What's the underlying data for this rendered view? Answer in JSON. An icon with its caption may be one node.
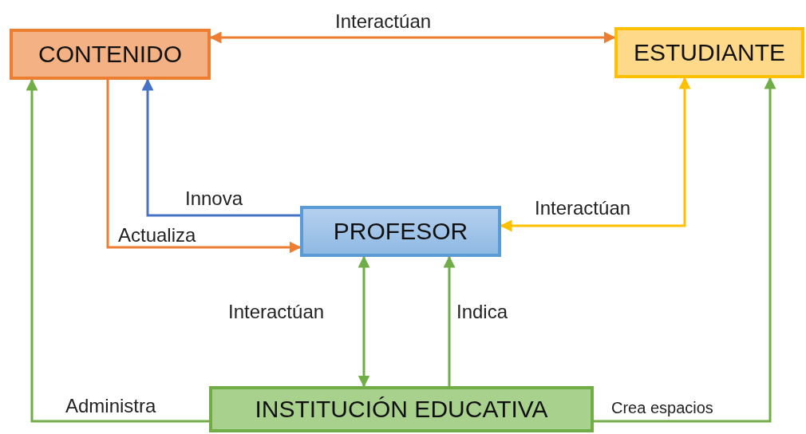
{
  "diagram": {
    "nodes": [
      {
        "text": [
          "CONTENIDO"
        ]
      },
      {
        "text": [
          "ESTUDIANTE"
        ]
      },
      {
        "text": [
          "PROFESOR"
        ]
      },
      {
        "text": [
          "INSTITUCIÓN EDUCATIVA"
        ]
      }
    ],
    "edges": [
      {
        "from": 0,
        "to": 1,
        "arrow": "both",
        "label": "Interactúan",
        "color": "#ed7d31"
      },
      {
        "from": 2,
        "to": 0,
        "arrow": "to",
        "label": "Innova",
        "color": "#4472c4"
      },
      {
        "from": 0,
        "to": 2,
        "arrow": "to",
        "label": "Actualiza",
        "color": "#ed7d31"
      },
      {
        "from": 1,
        "to": 2,
        "arrow": "both",
        "label": "Interactúan",
        "color": "#ffc000"
      },
      {
        "from": 2,
        "to": 3,
        "arrow": "both",
        "label": "Interactúan",
        "color": "#70ad47"
      },
      {
        "from": 3,
        "to": 2,
        "arrow": "to",
        "label": "Indica",
        "color": "#70ad47"
      },
      {
        "from": 3,
        "to": 0,
        "arrow": "to",
        "label": "Administra",
        "color": "#70ad47"
      },
      {
        "from": 3,
        "to": 1,
        "arrow": "to",
        "label": "Crea espacios",
        "color": "#70ad47"
      }
    ]
  }
}
